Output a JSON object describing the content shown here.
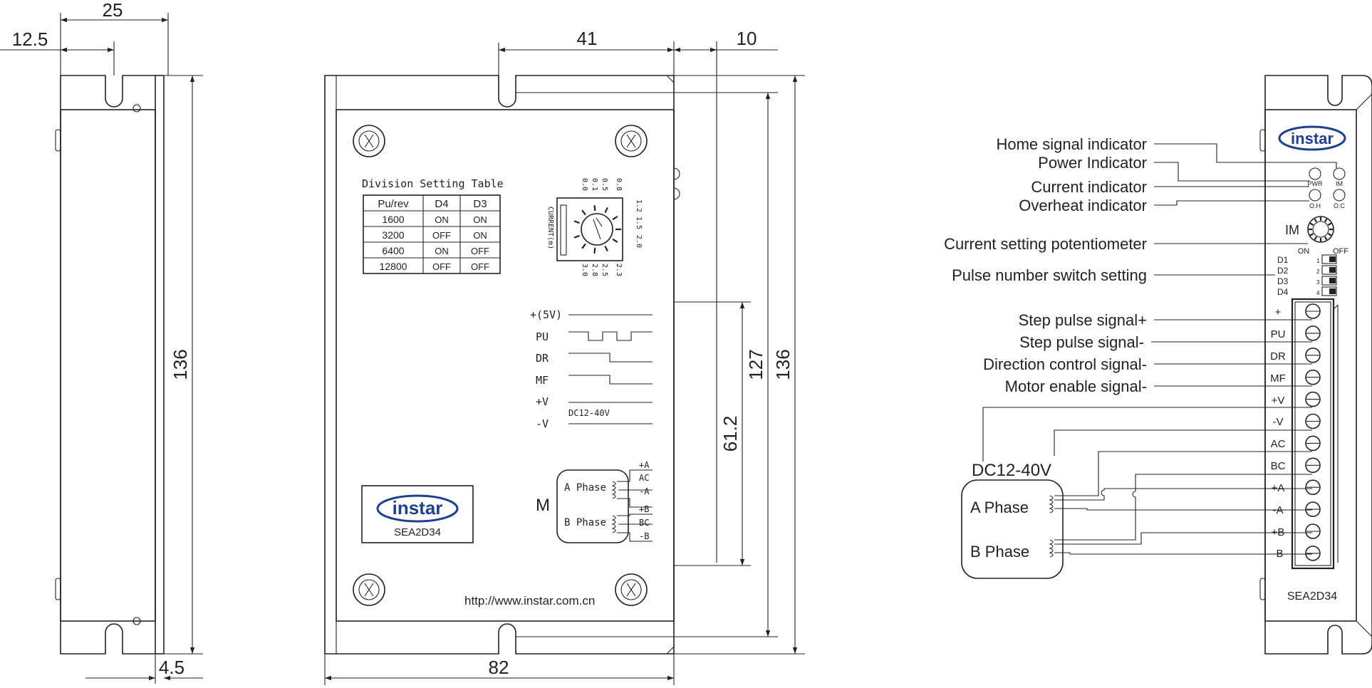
{
  "dimensions": {
    "side_width": "25",
    "side_half": "12.5",
    "side_height": "136",
    "side_flange": "4.5",
    "front_41": "41",
    "front_10": "10",
    "front_width": "82",
    "front_height_136": "136",
    "front_height_127": "127",
    "front_61_2": "61.2"
  },
  "division_table": {
    "title": "Division Setting Table",
    "headers": [
      "Pu/rev",
      "D4",
      "D3"
    ],
    "rows": [
      [
        "1600",
        "ON",
        "ON"
      ],
      [
        "3200",
        "OFF",
        "ON"
      ],
      [
        "6400",
        "ON",
        "OFF"
      ],
      [
        "12800",
        "OFF",
        "OFF"
      ]
    ]
  },
  "current_dial": {
    "label": "CURRENT(m)",
    "values": [
      "0.0",
      "0.1",
      "0.5",
      "0.8",
      "1.2",
      "1.5",
      "2.0",
      "2.3",
      "2.5",
      "2.8",
      "3.0"
    ]
  },
  "signals": {
    "rows": [
      "+(5V)",
      "PU",
      "DR",
      "MF",
      "+V",
      "-V"
    ],
    "supply_note": "DC12-40V"
  },
  "motor": {
    "label": "M",
    "phase_a": "A Phase",
    "phase_b": "B Phase",
    "a_terminals": [
      "+A",
      "AC",
      "-A"
    ],
    "b_terminals": [
      "+B",
      "BC",
      "-B"
    ]
  },
  "brand": {
    "logo_text": "instar",
    "model": "SEA2D34",
    "url": "http://www.instar.com.cn",
    "logo_color": "#1f3f8f",
    "logo_ring_color": "#c8242b"
  },
  "panel": {
    "led_labels": [
      "PWR",
      "IM",
      "O.H",
      "O.C"
    ],
    "im_label": "IM",
    "on_label": "ON",
    "off_label": "OFF",
    "dip_labels": [
      "D1",
      "D2",
      "D3",
      "D4"
    ],
    "dip_numbers": [
      "1",
      "2",
      "3",
      "4"
    ],
    "terminals": [
      "+",
      "PU",
      "DR",
      "MF",
      "+V",
      "-V",
      "AC",
      "BC",
      "+A",
      "-A",
      "+B",
      "-B"
    ]
  },
  "callouts": {
    "home": "Home signal indicator",
    "power": "Power Indicator",
    "current": "Current indicator",
    "overheat": "Overheat indicator",
    "pot": "Current setting potentiometer",
    "pulse_switch": "Pulse number switch setting",
    "step_plus": "Step pulse signal+",
    "step_minus": "Step pulse signal-",
    "direction": "Direction control signal-",
    "enable": "Motor enable signal-"
  },
  "wiring": {
    "supply": "DC12-40V",
    "phase_a": "A Phase",
    "phase_b": "B Phase"
  }
}
